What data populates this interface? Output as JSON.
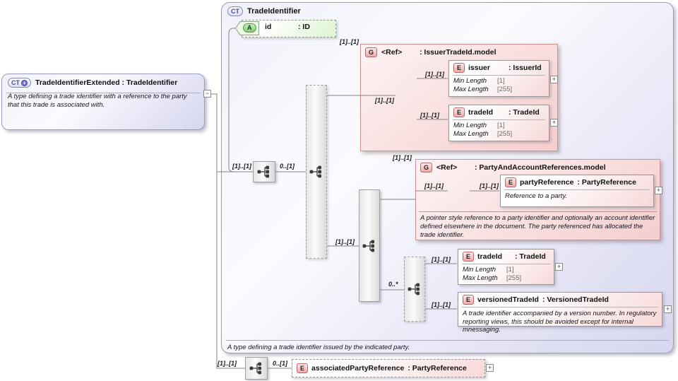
{
  "labels": {
    "card_1_1": "[1]..[1]",
    "card_0_1": "0..[1]",
    "card_0_star": "0..*",
    "plus": "+",
    "minus": "−"
  },
  "extended_type": {
    "badge": "CT",
    "title": "TradeIdentifierExtended : TradeIdentifier",
    "description": "A type defining a trade identifier with a reference to the party that this trade is associated with."
  },
  "base_type": {
    "badge": "CT",
    "title": "TradeIdentifier",
    "footer": "A type defining a trade identifier issued by the indicated party."
  },
  "attribute": {
    "badge": "A",
    "name": "id",
    "type": ": ID"
  },
  "issuer_group": {
    "badge": "G",
    "name": "<Ref>",
    "type": ": IssuerTradeId.model",
    "elements": [
      {
        "badge": "E",
        "name": "issuer",
        "type": ": IssuerId",
        "facets": [
          {
            "label": "Min Length",
            "value": "[1]"
          },
          {
            "label": "Max Length",
            "value": "[255]"
          }
        ]
      },
      {
        "badge": "E",
        "name": "tradeId",
        "type": ": TradeId",
        "facets": [
          {
            "label": "Min Length",
            "value": "[1]"
          },
          {
            "label": "Max Length",
            "value": "[255]"
          }
        ]
      }
    ]
  },
  "party_group": {
    "badge": "G",
    "name": "<Ref>",
    "type": ": PartyAndAccountReferences.model",
    "element": {
      "badge": "E",
      "name": "partyReference",
      "type": ": PartyReference",
      "description": "Reference to a party."
    },
    "description": "A pointer style reference to a party identifier and optionally an account identifier defined elsewhere in the document. The party referenced has allocated the trade identifier."
  },
  "trade_id_element": {
    "badge": "E",
    "name": "tradeId",
    "type": ": TradeId",
    "facets": [
      {
        "label": "Min Length",
        "value": "[1]"
      },
      {
        "label": "Max Length",
        "value": "[255]"
      }
    ]
  },
  "versioned_trade_id_element": {
    "badge": "E",
    "name": "versionedTradeId",
    "type": ": VersionedTradeId",
    "description": "A trade identifier accompanied by a version number. In regulatory reporting views, this should be avoided except for internal mnessaging."
  },
  "associated_party_element": {
    "badge": "E",
    "name": "associatedPartyReference",
    "type": ": PartyReference"
  },
  "colors": {
    "container_lavender": "#dcdcf2",
    "group_pink": "#f6cfcf",
    "element_pink": "#f8d9d9",
    "attribute_green": "#dff3d3",
    "badge_purple": "#5353a5",
    "badge_red": "#bb6666",
    "connector_gray": "#858585"
  }
}
